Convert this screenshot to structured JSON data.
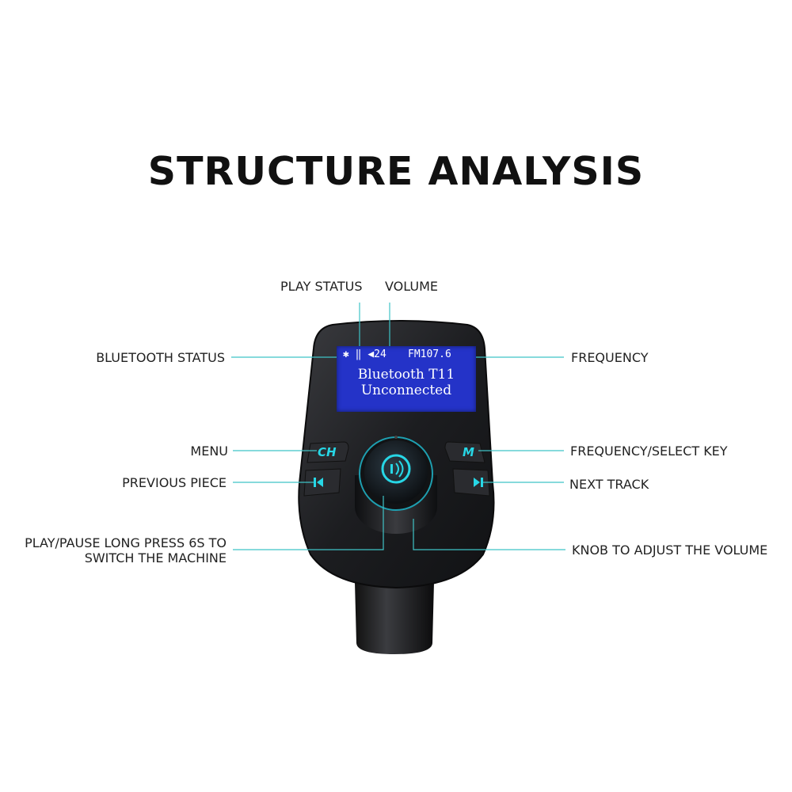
{
  "title": "STRUCTURE ANALYSIS",
  "labels": {
    "play_status": "PLAY STATUS",
    "volume": "VOLUME",
    "bluetooth_status": "BLUETOOTH STATUS",
    "frequency": "FREQUENCY",
    "menu": "MENU",
    "frequency_select_key": "FREQUENCY/SELECT KEY",
    "previous_piece": "PREVIOUS PIECE",
    "next_track": "NEXT TRACK",
    "play_pause_line1": "PLAY/PAUSE LONG PRESS 6S TO",
    "play_pause_line2": "SWITCH THE MACHINE",
    "knob": "KNOB TO ADJUST THE VOLUME"
  },
  "display": {
    "volume_value": "24",
    "frequency_value": "FM107.6",
    "line1": "Bluetooth T11",
    "line2": "Unconnected"
  },
  "buttons": {
    "ch_label": "CH",
    "m_label": "M"
  },
  "icons": [
    "bluetooth-icon",
    "pause-icon",
    "speaker-icon",
    "previous-icon",
    "next-icon",
    "play-pause-knob-icon"
  ],
  "colors": {
    "callout_line": "#3fc3c6",
    "lcd_background": "#2433c8",
    "button_glow": "#27d7e6",
    "device_body": "#222326"
  }
}
